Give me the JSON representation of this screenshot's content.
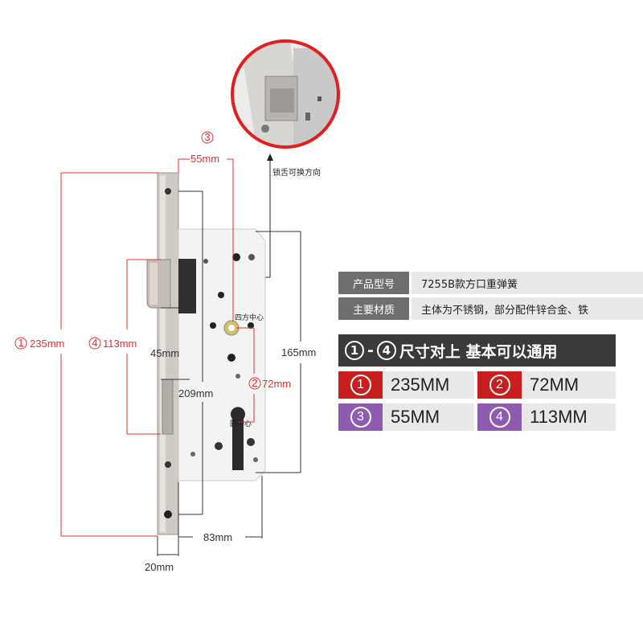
{
  "dimensions": {
    "d1": {
      "num": "1",
      "text": "235mm"
    },
    "d2": {
      "num": "2",
      "text": "72mm"
    },
    "d3": {
      "num": "3",
      "text": "55mm"
    },
    "d4": {
      "num": "4",
      "text": "113mm"
    },
    "d45": "45mm",
    "d209": "209mm",
    "d165": "165mm",
    "d83": "83mm",
    "d20": "20mm"
  },
  "labels": {
    "square_center": "四方中心",
    "round_center": "圆中心",
    "callout": "锁舌可换方向"
  },
  "specs": [
    {
      "key": "产品型号",
      "value": "7255B款方口重弹簧"
    },
    {
      "key": "主要材质",
      "value": "主体为不锈钢，部分配件锌合金、铁"
    }
  ],
  "banner": {
    "from": "1",
    "dash": "-",
    "to": "4",
    "text": "尺寸对上 基本可以通用"
  },
  "sizes": [
    {
      "num": "1",
      "value": "235MM",
      "color": "#c81e1e"
    },
    {
      "num": "2",
      "value": "72MM",
      "color": "#c81e1e"
    },
    {
      "num": "3",
      "value": "55MM",
      "color": "#8e5bb0"
    },
    {
      "num": "4",
      "value": "113MM",
      "color": "#8e5bb0"
    }
  ]
}
